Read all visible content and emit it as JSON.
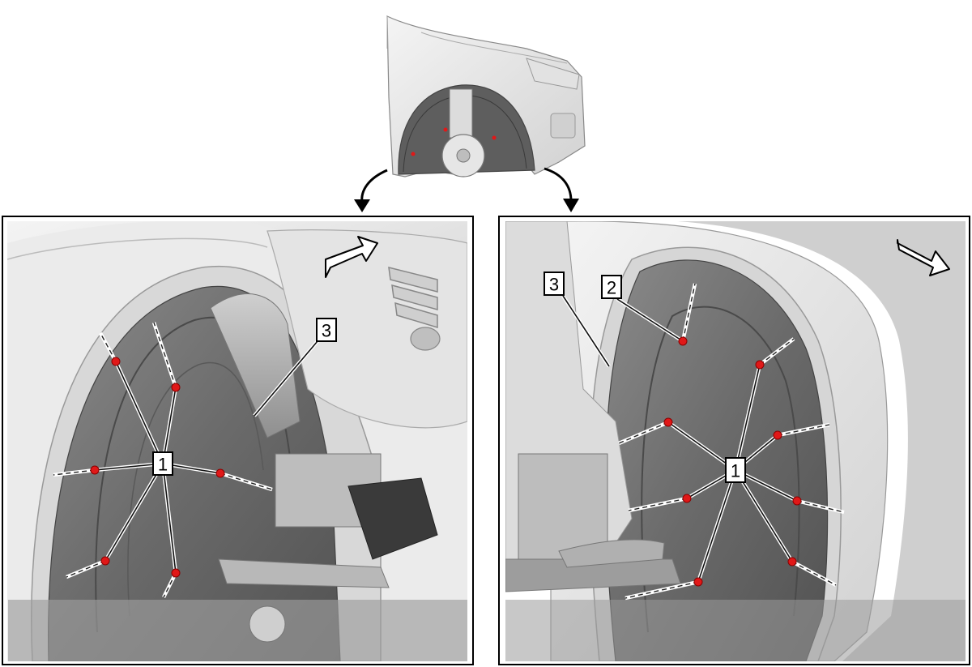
{
  "callouts": {
    "fastener": "1",
    "fastener_rear": "2",
    "liner": "3"
  },
  "colors": {
    "fastener_red": "#e01818",
    "frame": "#000000",
    "panel_bg": "#e9e9e9",
    "liner_dark": "#6e6e6e"
  },
  "icons": {
    "left_view_arrow": "forward-direction-arrow-icon",
    "right_view_arrow": "forward-direction-arrow-icon"
  }
}
